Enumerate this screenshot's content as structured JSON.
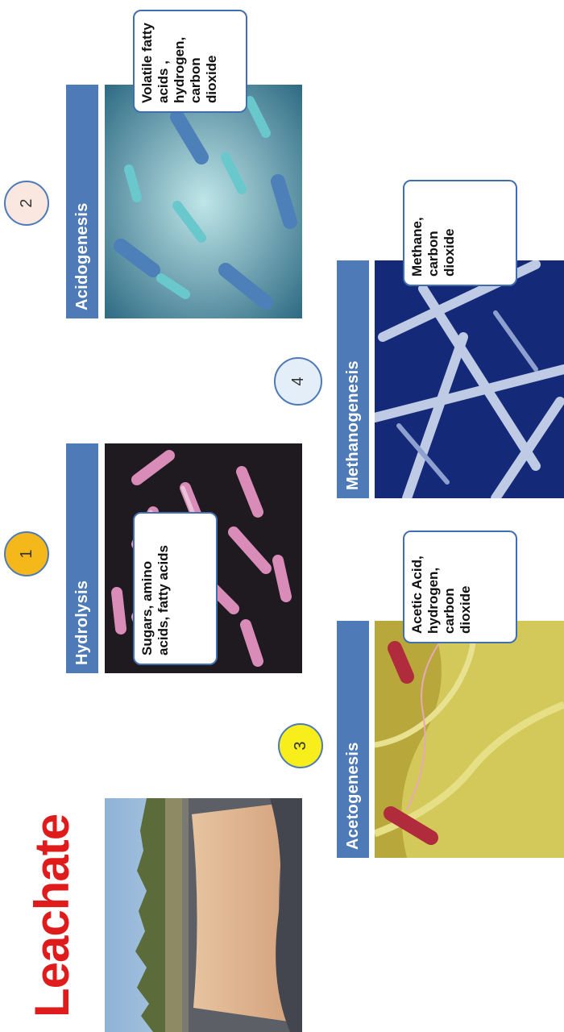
{
  "leachate": {
    "title": "Leachate"
  },
  "stages": [
    {
      "number": "1",
      "title": "Hydrolysis",
      "products": "Sugars, amino acids, fatty acids",
      "circle_color": "#f5b81a"
    },
    {
      "number": "2",
      "title": "Acidogenesis",
      "products": "Volatile fatty acids , hydrogen, carbon dioxide",
      "circle_color": "#fae8e0"
    },
    {
      "number": "3",
      "title": "Acetogenesis",
      "products": "Acetic Acid, hydrogen, carbon dioxide",
      "circle_color": "#f7ee1c"
    },
    {
      "number": "4",
      "title": "Methanogenesis",
      "products": "Methane, carbon dioxide",
      "circle_color": "#e4eef8"
    }
  ],
  "colors": {
    "title_bar": "#4e7ab7",
    "leachate_title": "#e01b1b"
  }
}
